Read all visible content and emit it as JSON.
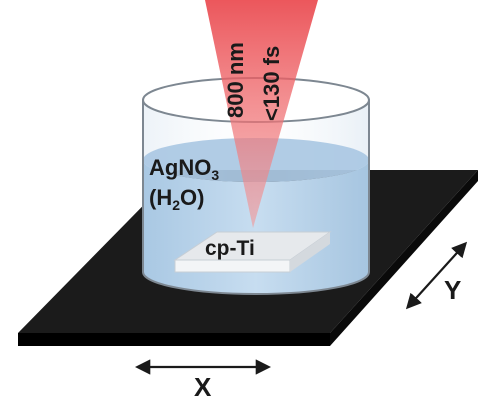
{
  "laser": {
    "wavelength": "800 nm",
    "pulse": "<130 fs"
  },
  "solution": {
    "formula_main": "AgNO",
    "formula_sub": "3",
    "solvent_open": "(H",
    "solvent_sub": "2",
    "solvent_close": "O)"
  },
  "sample": {
    "label": "cp-Ti"
  },
  "axes": {
    "x": "X",
    "y": "Y"
  },
  "colors": {
    "stage_top": "#1b1b1b",
    "stage_edge": "#000000",
    "liquid": "#b9d3ea",
    "beam": "#e8393f",
    "sample": "#e6e9ec"
  }
}
